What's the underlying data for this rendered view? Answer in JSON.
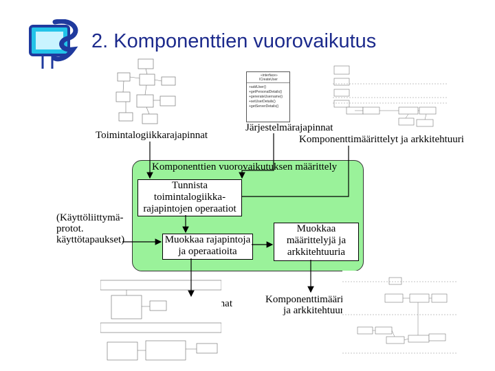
{
  "header": {
    "title": "2. Komponenttien vuorovaikutus"
  },
  "labels": {
    "toimintalogiikka": "Toimintalogiikkarajapinnat",
    "jarjestelma": "Järjestelmärajapinnat",
    "komponenttimaarittelyt_top": "Komponenttimäärittelyt ja arkkitehtuuri",
    "green_title": "Komponenttien vuorovaikutuksen määrittely",
    "kayttoliittyma": [
      "(Käyttöliittymä-",
      "protot.",
      "käyttötapaukset)"
    ],
    "rajapinnat": "Rajapinnat",
    "komponenttimaarittelyt_bottom": [
      "Komponenttimäärittelyt",
      "ja arkkitehtuuri"
    ]
  },
  "boxes": {
    "tunnista": [
      "Tunnista",
      "toimintalogiikka-",
      "rajapintojen operaatiot"
    ],
    "muokkaa_rajapintoja": [
      "Muokkaa rajapintoja",
      "ja operaatioita"
    ],
    "muokkaa_maarittelyja": [
      "Muokkaa",
      "määrittelyjä ja",
      "arkkitehtuuria"
    ]
  },
  "thumbnails": {
    "interface_box": [
      "«interface»",
      "ICreateUser",
      "+addUser()",
      "+getPersonalDetails()",
      "+generateUsername()",
      "+setUserDetails()",
      "+getServerDetails()"
    ]
  },
  "colors": {
    "title": "#1c2a8c",
    "green_area": "#9af29a",
    "logo_blue": "#1f3a9e",
    "logo_screen": "#22c3e8"
  }
}
